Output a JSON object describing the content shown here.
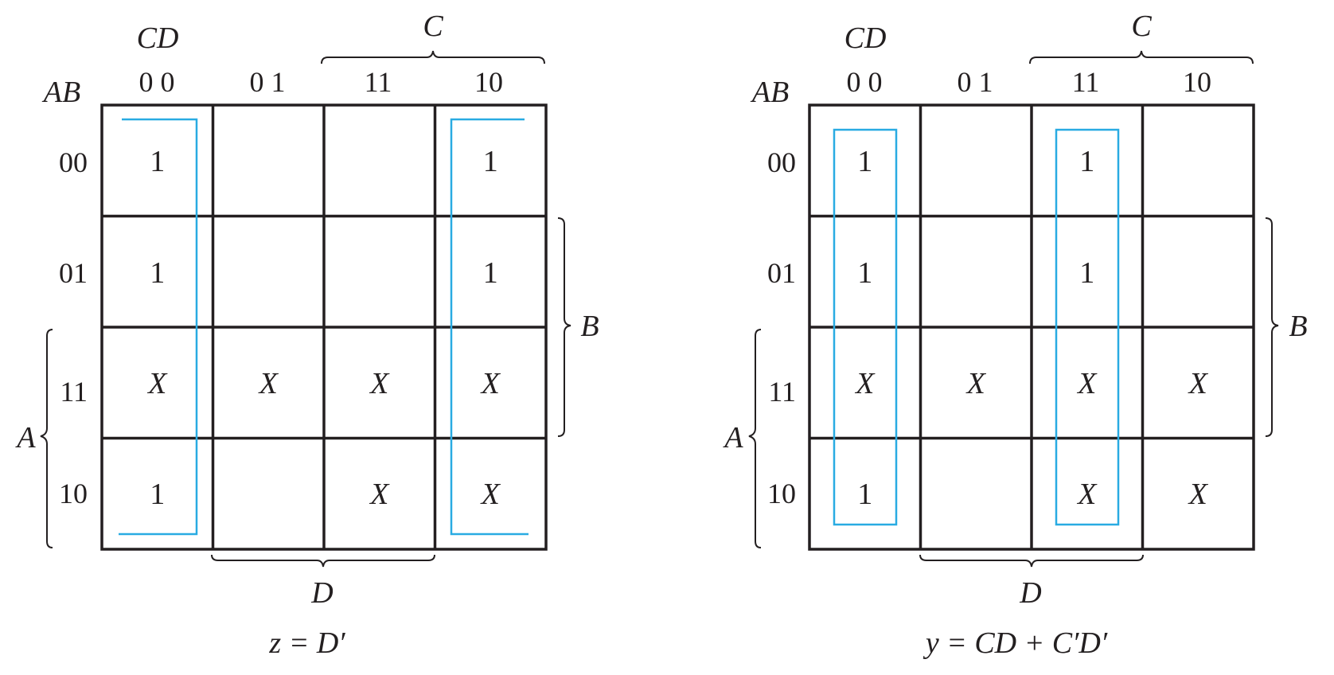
{
  "colors": {
    "grid": "#231f20",
    "loop": "#29abe2",
    "background": "#ffffff"
  },
  "maps": [
    {
      "row_var_label": "AB",
      "col_var_label": "CD",
      "col_headers": [
        "0 0",
        "0 1",
        "11",
        "10"
      ],
      "row_headers": [
        "00",
        "01",
        "11",
        "10"
      ],
      "cells": [
        [
          "1",
          "",
          "",
          "1"
        ],
        [
          "1",
          "",
          "",
          "1"
        ],
        [
          "X",
          "X",
          "X",
          "X"
        ],
        [
          "1",
          "",
          "X",
          "X"
        ]
      ],
      "braces": {
        "top": "C",
        "right": "B",
        "left": "A",
        "bottom": "D"
      },
      "expression": "z = D′",
      "groupings": "wrap-around loop: columns 00 and 10, all rows"
    },
    {
      "row_var_label": "AB",
      "col_var_label": "CD",
      "col_headers": [
        "0 0",
        "0 1",
        "11",
        "10"
      ],
      "row_headers": [
        "00",
        "01",
        "11",
        "10"
      ],
      "cells": [
        [
          "1",
          "",
          "1",
          ""
        ],
        [
          "1",
          "",
          "1",
          ""
        ],
        [
          "X",
          "X",
          "X",
          "X"
        ],
        [
          "1",
          "",
          "X",
          "X"
        ]
      ],
      "braces": {
        "top": "C",
        "right": "B",
        "left": "A",
        "bottom": "D"
      },
      "expression": "y = CD + C′D′",
      "groupings": "column 00 loop; column 11 loop"
    }
  ]
}
